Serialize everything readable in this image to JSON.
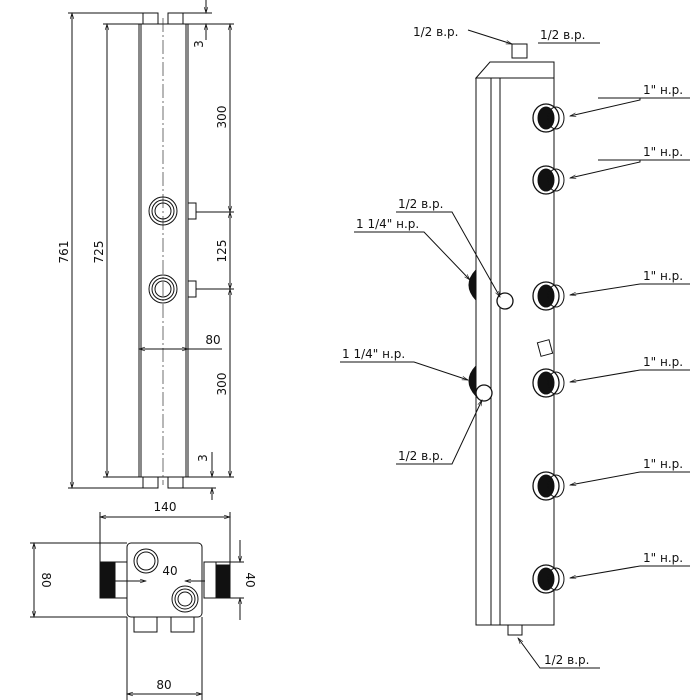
{
  "front_view": {
    "dim_total": "761",
    "dim_body": "725",
    "dim_top_gap": "3",
    "dim_top_segment": "300",
    "dim_between_ports": "125",
    "dim_bottom_segment": "300",
    "dim_bottom_gap": "3",
    "dim_width": "80"
  },
  "top_view": {
    "dim_total_width": "140",
    "dim_height": "80",
    "dim_port_offset": "40",
    "dim_nipple": "40",
    "dim_body_width": "80"
  },
  "iso_view": {
    "labels": {
      "top_left": "1/2 в.р.",
      "top_right": "1/2 в.р.",
      "mid_port": "1/2 в.р.",
      "lower_port": "1/2 в.р.",
      "bottom": "1/2 в.р.",
      "inlet_upper": "1 1/4\" н.р.",
      "inlet_lower": "1 1/4\" н.р.",
      "outlets": [
        "1\" н.р.",
        "1\" н.р.",
        "1\" н.р.",
        "1\" н.р.",
        "1\" н.р.",
        "1\" н.р."
      ]
    }
  }
}
